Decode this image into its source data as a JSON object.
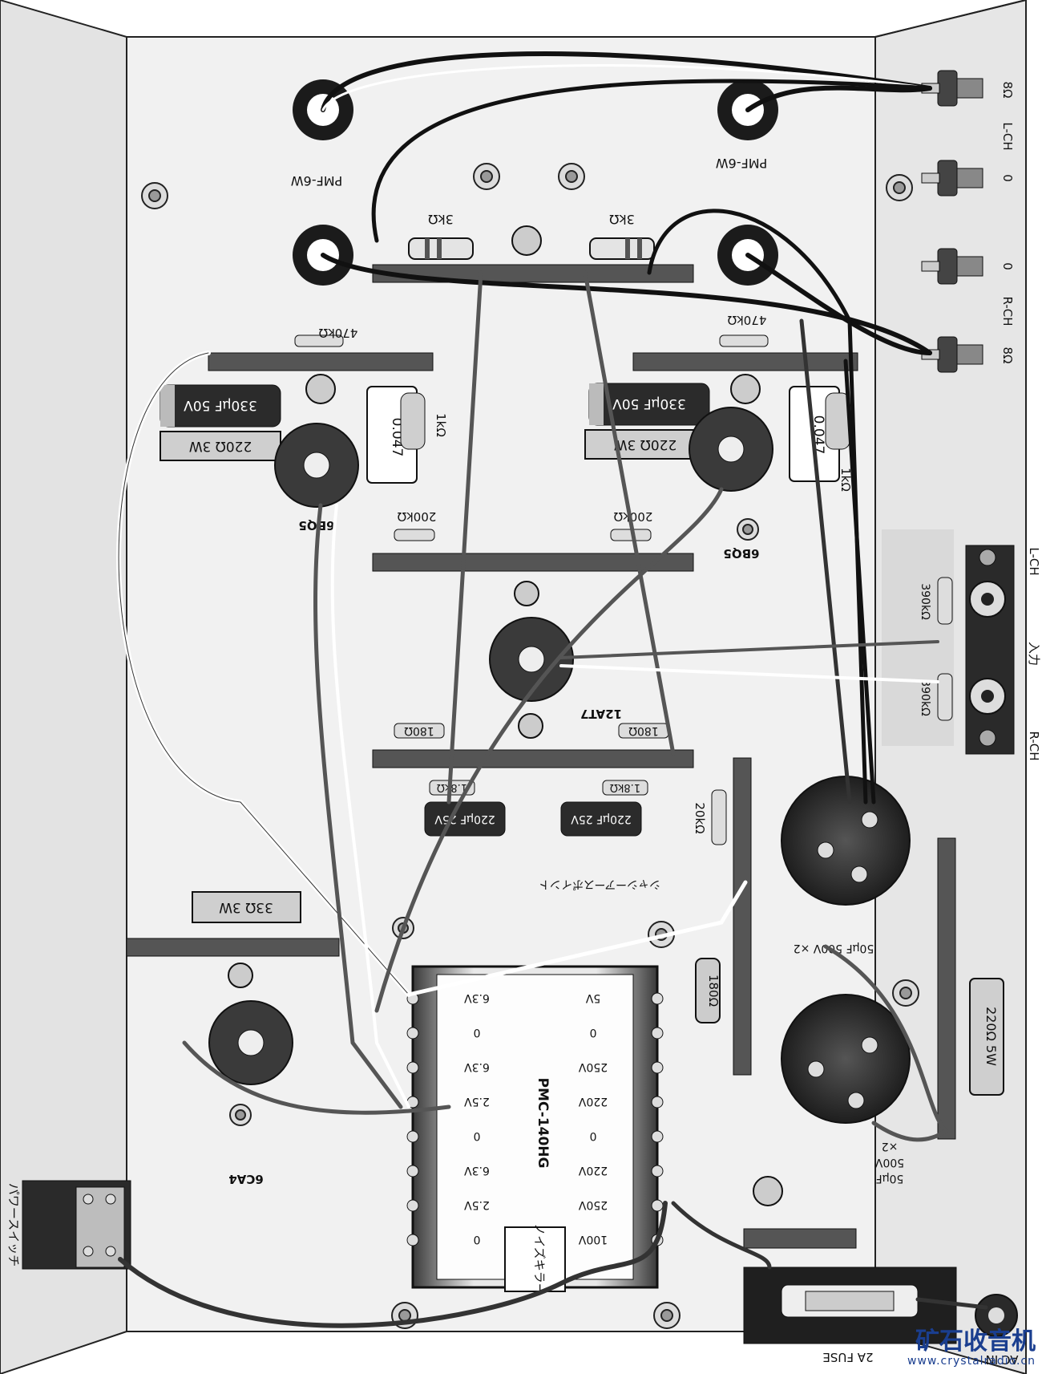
{
  "labels": {
    "pmf_left": "PMF-6W",
    "pmf_right": "PMF-6W",
    "res_3k_left": "3kΩ",
    "res_3k_right": "3kΩ",
    "res_470k_left": "470kΩ",
    "res_470k_right": "470kΩ",
    "cap_330_left": "330μF 50V",
    "cap_330_right": "330μF 50V",
    "res_220_left": "220Ω 3W",
    "res_220_right": "220Ω 3W",
    "cap_047_left": "0.047",
    "cap_047_right": "0.047",
    "res_1k_left": "1kΩ",
    "res_1k_right": "1kΩ",
    "tube_6bq5_left": "6BQ5",
    "tube_6bq5_right": "6BQ5",
    "res_200k_left": "200kΩ",
    "res_200k_right": "200kΩ",
    "tube_12at7": "12AT7",
    "res_180_left": "180Ω",
    "res_180_right": "180Ω",
    "res_18k_left": "1.8kΩ",
    "res_18k_right": "1.8kΩ",
    "cap_220_left": "220μF 25V",
    "cap_220_right": "220μF 25V",
    "res_20k": "20kΩ",
    "chassis_ground": "シャシーアースポイント",
    "cap_50_upper": "50μF 500V ×2",
    "cap_50_lower_a": "50μF",
    "cap_50_lower_b": "500V",
    "cap_50_lower_c": "×2",
    "res_180_ps": "180Ω",
    "res_220_5w": "220Ω 5W",
    "res_33_3w": "33Ω 3W",
    "tube_6ca4": "6CA4",
    "power_switch": "パワースイッチ",
    "transformer": "PMC-140HG",
    "noise_killer": "ノイズキラー",
    "fuse": "2A FUSE",
    "ac_in": "AC IN",
    "input": "入力",
    "res_390k_top": "390kΩ",
    "res_390k_bottom": "390kΩ",
    "l_ch_in": "L-CH",
    "r_ch_in": "R-CH",
    "sp_8_top": "8Ω",
    "sp_lch": "L-CH",
    "sp_0_a": "0",
    "sp_0_b": "0",
    "sp_rch": "R-CH",
    "sp_8_bottom": "8Ω"
  },
  "transformer_taps": {
    "left": [
      "6.3V",
      "0",
      "6.3V",
      "2.5V",
      "0",
      "6.3V",
      "2.5V",
      "0"
    ],
    "right": [
      "5V",
      "0",
      "250V",
      "220V",
      "0",
      "220V",
      "250V",
      "100V"
    ]
  },
  "watermark": {
    "cn": "矿石收音机",
    "url": "www.crystalradio.cn"
  },
  "colors": {
    "chassis": "#f1f1f1",
    "line": "#222222",
    "tube_socket": "#3a3a3a",
    "capacitor_body": "#2b2b2b",
    "watermark": "#1a3e8f"
  }
}
